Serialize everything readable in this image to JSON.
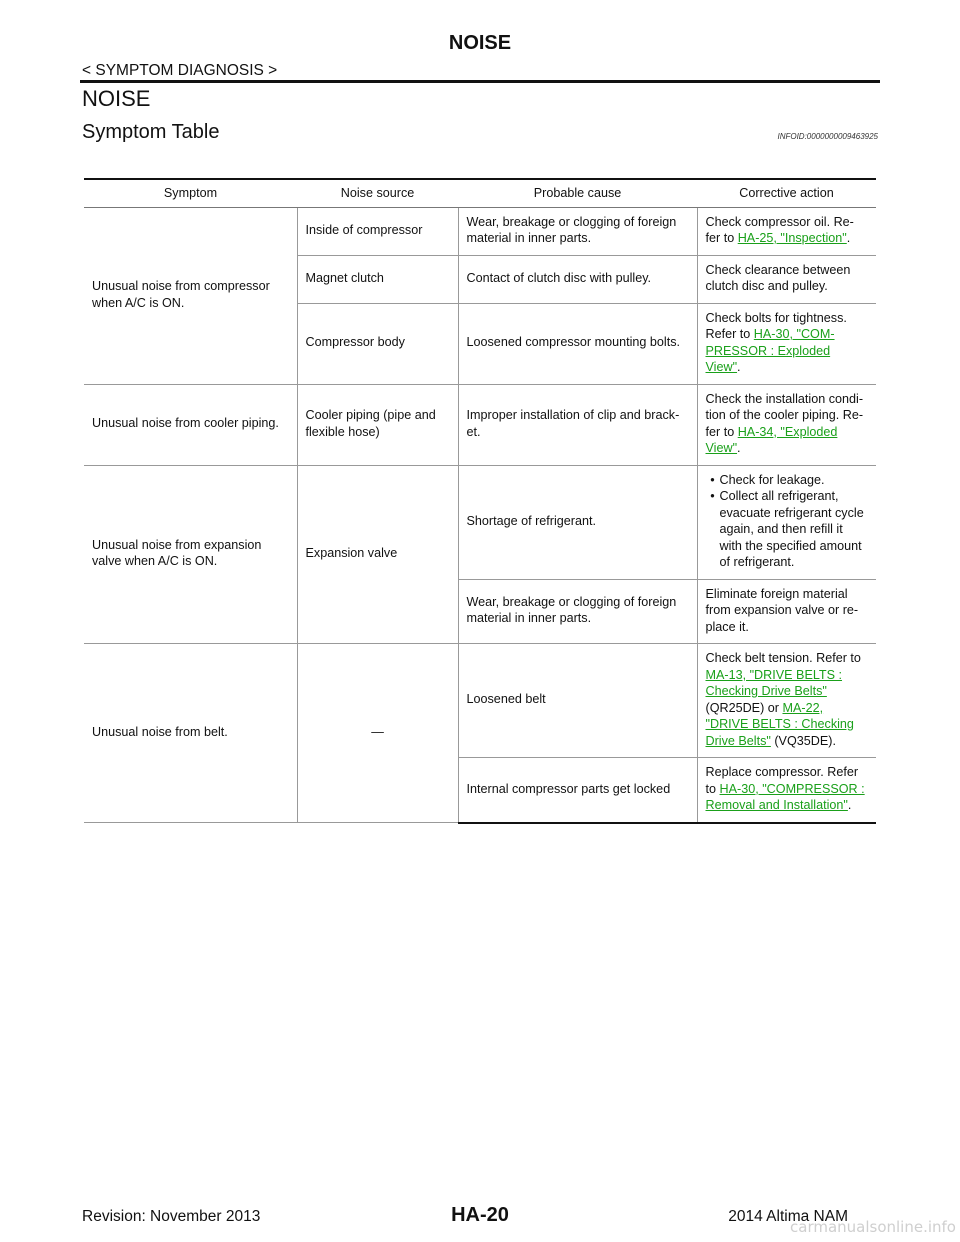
{
  "header": {
    "title": "NOISE",
    "section": "< SYMPTOM DIAGNOSIS >"
  },
  "heading": "NOISE",
  "subheading": "Symptom Table",
  "info_id": "INFOID:0000000009463925",
  "table": {
    "columns": [
      "Symptom",
      "Noise source",
      "Probable cause",
      "Corrective action"
    ],
    "rows": [
      {
        "symptom": "Unusual noise from compressor when A/C is ON.",
        "source": "Inside of compressor",
        "cause": "Wear, breakage or clogging of foreign material in inner parts.",
        "action_pre": "Check compressor oil. Re-fer to ",
        "action_link": "HA-25, \"Inspection\"",
        "action_post": "."
      },
      {
        "source": "Magnet clutch",
        "cause": "Contact of clutch disc with pulley.",
        "action": "Check clearance between clutch disc and pulley."
      },
      {
        "source": "Compressor body",
        "cause": "Loosened compressor mounting bolts.",
        "action_pre": "Check bolts for tightness. Refer to ",
        "action_link": "HA-30, \"COM-PRESSOR : Exploded View\"",
        "action_post": "."
      },
      {
        "symptom": "Unusual noise from cooler piping.",
        "source": "Cooler piping (pipe and flexible hose)",
        "cause": "Improper installation of clip and brack-et.",
        "action_pre": "Check the installation condi-tion of the cooler piping. Re-fer to ",
        "action_link": "HA-34, \"Exploded View\"",
        "action_post": "."
      },
      {
        "symptom": "Unusual noise from expansion valve when A/C is ON.",
        "source": "Expansion valve",
        "cause": "Shortage of refrigerant.",
        "action_bullets": [
          "Check for leakage.",
          "Collect all refrigerant, evacuate refrigerant cycle again, and then refill it with the specified amount of refrigerant."
        ]
      },
      {
        "cause": "Wear, breakage or clogging of foreign material in inner parts.",
        "action": "Eliminate foreign material from expansion valve or re-place it."
      },
      {
        "symptom": "Unusual noise from belt.",
        "source": "—",
        "cause": "Loosened belt",
        "action_pre": "Check belt tension. Refer to ",
        "action_link": "MA-13, \"DRIVE BELTS : Checking Drive Belts\"",
        "action_mid": " (QR25DE) or ",
        "action_link2": "MA-22, \"DRIVE BELTS : Checking Drive Belts\"",
        "action_post": " (VQ35DE)."
      },
      {
        "cause": "Internal compressor parts get locked",
        "action_pre": "Replace compressor. Refer to ",
        "action_link": "HA-30, \"COMPRESSOR : Removal and Installation\"",
        "action_post": "."
      }
    ]
  },
  "footer": {
    "revision": "Revision: November 2013",
    "page": "HA-20",
    "model": "2014 Altima NAM"
  },
  "watermark": "carmanualsonline.info"
}
